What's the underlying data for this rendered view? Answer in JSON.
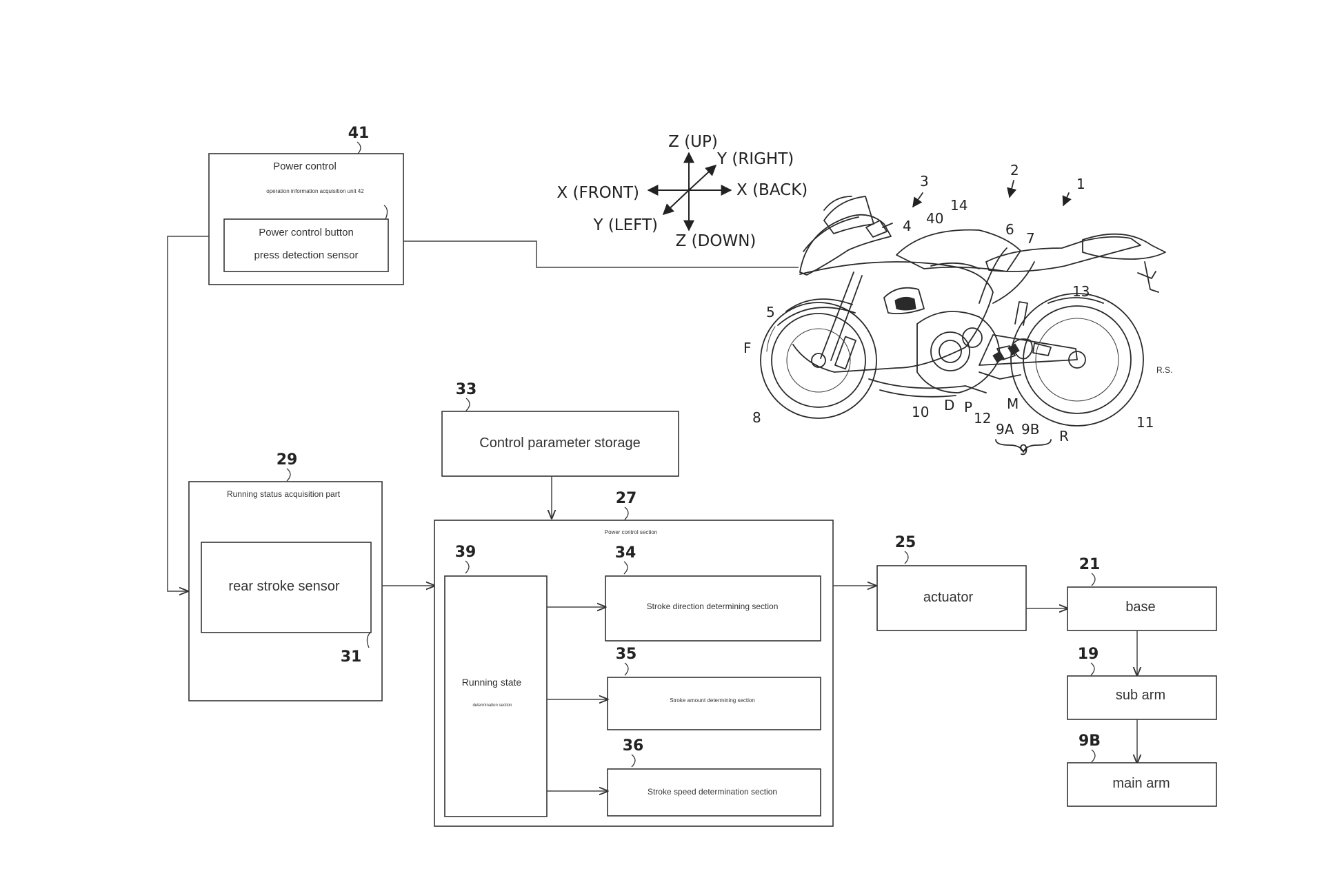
{
  "blocks": {
    "power_control": {
      "ref": "41",
      "title": "Power control",
      "subtitle": "operation information acquisition unit 42"
    },
    "power_button_sensor": {
      "line1": "Power control button",
      "line2": "press detection sensor"
    },
    "control_param_storage": {
      "ref": "33",
      "label": "Control parameter storage"
    },
    "running_status": {
      "ref": "29",
      "title": "Running status acquisition part"
    },
    "rear_stroke_sensor": {
      "ref": "31",
      "label": "rear stroke sensor"
    },
    "power_control_section": {
      "ref": "27",
      "title": "Power control section"
    },
    "running_state": {
      "ref": "39",
      "label": "Running state",
      "sublabel": "determination section"
    },
    "stroke_direction": {
      "ref": "34",
      "label": "Stroke direction determining section"
    },
    "stroke_amount": {
      "ref": "35",
      "label": "Stroke amount determining section"
    },
    "stroke_speed": {
      "ref": "36",
      "label": "Stroke speed determination section"
    },
    "actuator": {
      "ref": "25",
      "label": "actuator"
    },
    "base": {
      "ref": "21",
      "label": "base"
    },
    "sub_arm": {
      "ref": "19",
      "label": "sub arm"
    },
    "main_arm": {
      "ref": "9B",
      "label": "main arm"
    }
  },
  "axes": {
    "up": "Z (UP)",
    "down": "Z (DOWN)",
    "front": "X (FRONT)",
    "back": "X (BACK)",
    "right": "Y (RIGHT)",
    "left": "Y (LEFT)"
  },
  "motorcycle_labels": {
    "l1": "1",
    "l2": "2",
    "l3": "3",
    "l4": "4",
    "l40": "40",
    "l14": "14",
    "l6": "6",
    "l7": "7",
    "l5": "5",
    "lF": "F",
    "l13": "13",
    "lRS": "R.S.",
    "l8": "8",
    "l10": "10",
    "lD": "D",
    "lP": "P",
    "l12": "12",
    "lM": "M",
    "l9A": "9A",
    "l9B": "9B",
    "lR": "R",
    "l11": "11",
    "l9": "9"
  },
  "colors": {
    "ink": "#222222",
    "paper": "#ffffff"
  }
}
